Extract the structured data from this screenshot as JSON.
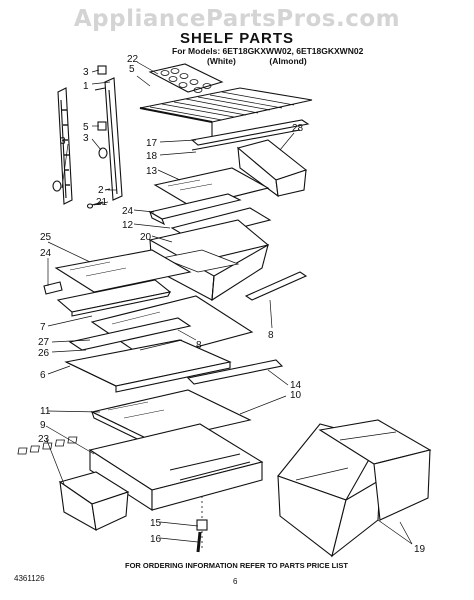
{
  "watermark": "AppliancePartsPros.com",
  "header": {
    "title": "SHELF PARTS",
    "models_line": "For Models: 6ET18GKXWW02,  6ET18GKXWN02",
    "variant_white": "(White)",
    "variant_almond": "(Almond)"
  },
  "callouts": [
    "22",
    "3",
    "5",
    "1",
    "5",
    "3",
    "3",
    "2",
    "21",
    "17",
    "18",
    "28",
    "13",
    "24",
    "12",
    "20",
    "25",
    "24",
    "8",
    "7",
    "27",
    "26",
    "8",
    "6",
    "14",
    "11",
    "10",
    "9",
    "23",
    "15",
    "16",
    "19"
  ],
  "footer": {
    "doc_number": "4361126",
    "ordering_note": "FOR ORDERING INFORMATION REFER TO PARTS PRICE LIST",
    "page_number": "6"
  }
}
